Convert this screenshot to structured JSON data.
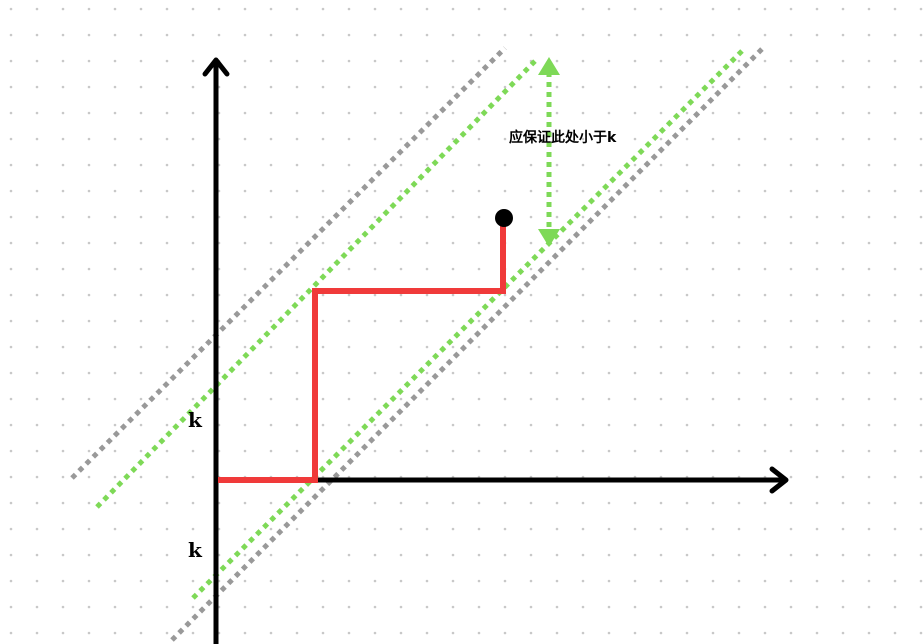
{
  "labels": {
    "k_upper": "k",
    "k_lower": "k",
    "note": "应保证此处小于k"
  },
  "colors": {
    "axis": "#000000",
    "path": "#f03a3a",
    "boundary_outer": "#999999",
    "boundary_inner": "#7ed957",
    "grid_dot": "#c8c8c8",
    "endpoint": "#000000"
  }
}
